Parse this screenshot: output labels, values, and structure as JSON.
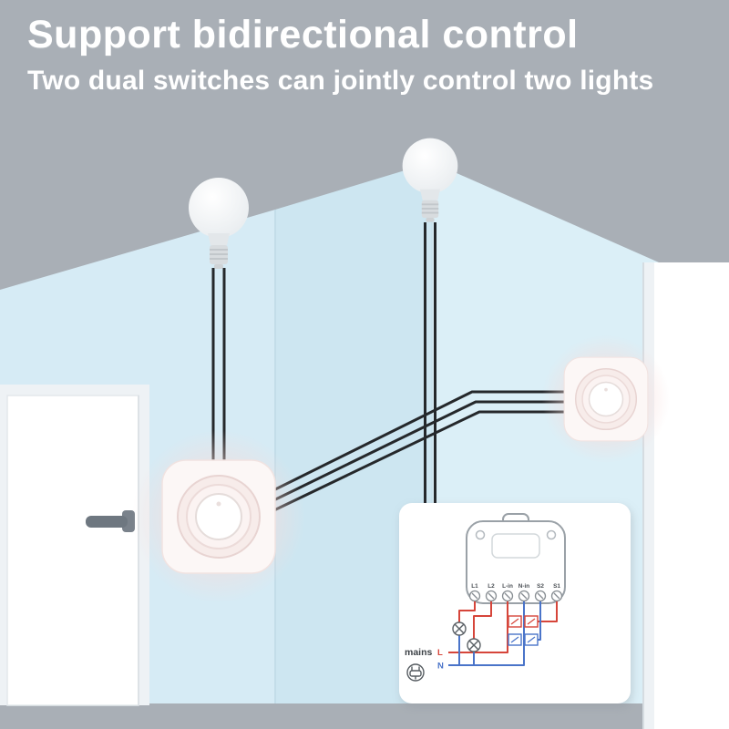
{
  "header": {
    "title": "Support bidirectional control",
    "subtitle": "Two dual switches can jointly control two lights"
  },
  "diagram": {
    "terminals": [
      "L1",
      "L2",
      "L-in",
      "N-in",
      "S2",
      "S1"
    ],
    "mains_label": "mains",
    "live_label": "L",
    "neutral_label": "N"
  },
  "icons": {
    "bulb": "light-bulb-icon",
    "switch": "round-wall-switch-icon",
    "lamp_symbol": "lamp-circle-x-icon",
    "plug": "mains-plug-icon"
  },
  "colors": {
    "background": "#a9afb6",
    "wall_left": "#d6ebf5",
    "wall_middle": "#cde6f1",
    "wall_right": "#dbeff7",
    "wire_black": "#25282b",
    "wire_red": "#d6453a",
    "wire_blue": "#4a74c9",
    "glow_pink": "#f6dcda",
    "text_white": "#ffffff"
  }
}
